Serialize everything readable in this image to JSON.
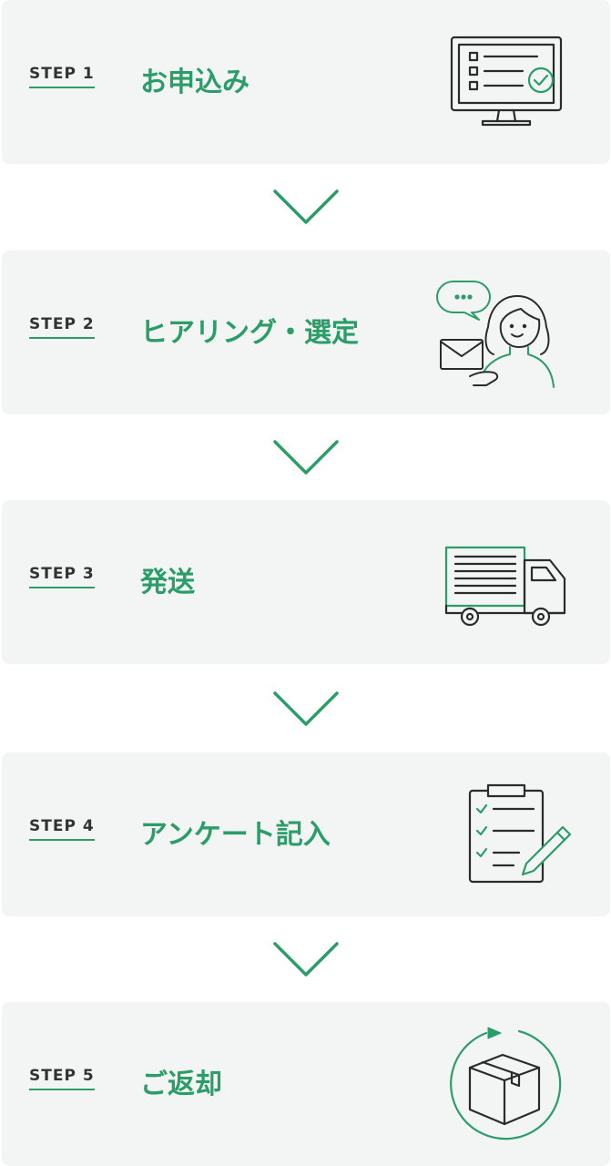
{
  "colors": {
    "accent": "#2a9d69",
    "card_bg": "#f3f5f4",
    "text": "#333333",
    "line_icon": "#2b2b2b"
  },
  "steps": [
    {
      "label": "STEP 1",
      "title": "お申込み",
      "icon": "computer-checklist-icon"
    },
    {
      "label": "STEP 2",
      "title": "ヒアリング・選定",
      "icon": "consultation-woman-icon"
    },
    {
      "label": "STEP 3",
      "title": "発送",
      "icon": "delivery-truck-icon"
    },
    {
      "label": "STEP 4",
      "title": "アンケート記入",
      "icon": "clipboard-survey-icon"
    },
    {
      "label": "STEP 5",
      "title": "ご返却",
      "icon": "return-box-icon"
    }
  ],
  "connector_icon": "chevron-down-icon"
}
